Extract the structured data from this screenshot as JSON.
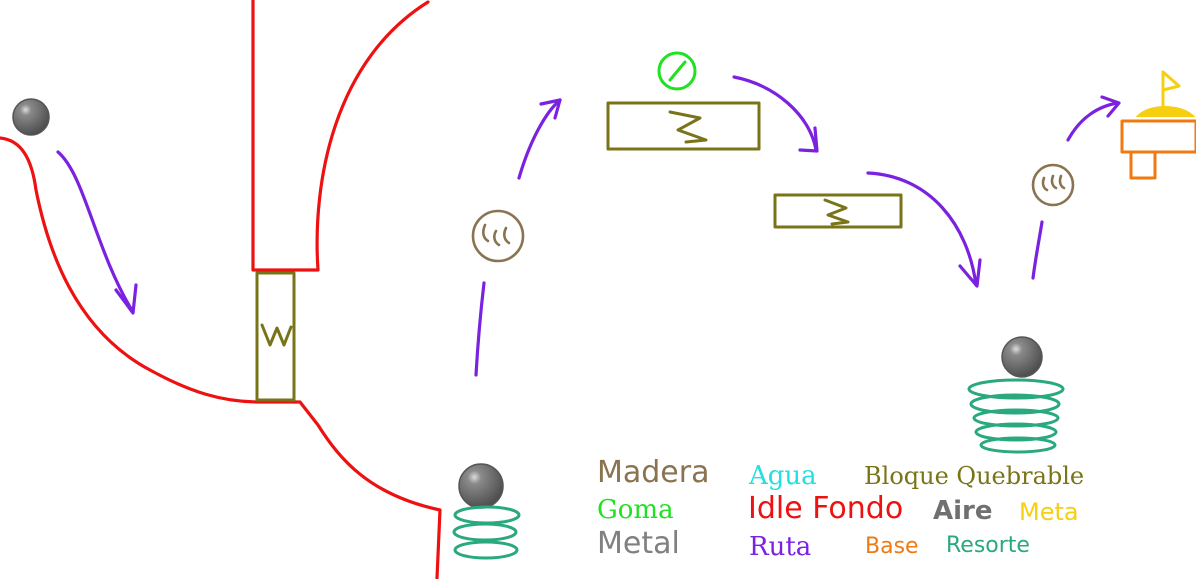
{
  "colors": {
    "madera": "#8a7350",
    "agua": "#22e0e0",
    "bloque": "#7a7418",
    "goma": "#22e022",
    "fondo": "#ee1111",
    "aire": "#707070",
    "meta": "#f5cf10",
    "metal": "#808080",
    "ruta": "#7a22e0",
    "base": "#f07a10",
    "resorte": "#2aa880",
    "ball": "#6a6a6a"
  },
  "legend": {
    "madera": "Madera",
    "agua": "Agua",
    "bloque": "Bloque Quebrable",
    "goma": "Goma",
    "fondo": "Idle Fondo",
    "aire": "Aire",
    "meta": "Meta",
    "metal": "Metal",
    "ruta": "Ruta",
    "base": "Base",
    "resorte": "Resorte"
  },
  "icons": [
    "metal-ball-icon",
    "spring-icon",
    "wood-ball-icon",
    "rubber-ball-icon",
    "flag-icon",
    "breakable-block-icon"
  ]
}
